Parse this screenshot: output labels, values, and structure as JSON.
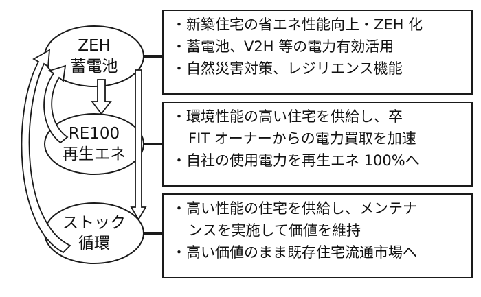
{
  "nodes": [
    {
      "id": "zeh",
      "lines": [
        "ZEH",
        "蓄電池"
      ]
    },
    {
      "id": "re100",
      "lines": [
        "RE100",
        "再生エネ"
      ]
    },
    {
      "id": "stock",
      "lines": [
        "ストック",
        "循環"
      ]
    }
  ],
  "boxes": [
    {
      "id": "zeh-box",
      "lines": [
        "・新築住宅の省エネ性能向上・ZEH 化",
        "・蓄電池、V2H 等の電力有効活用",
        "・自然災害対策、レジリエンス機能"
      ]
    },
    {
      "id": "re100-box",
      "lines": [
        "・環境性能の高い住宅を供給し、卒",
        "FIT オーナーからの電力買取を加速",
        "・自社の使用電力を再生エネ 100%へ"
      ]
    },
    {
      "id": "stock-box",
      "lines": [
        "・高い性能の住宅を供給し、メンテナ",
        "ンスを実施して価値を維持",
        "・高い価値のまま既存住宅流通市場へ"
      ]
    }
  ]
}
